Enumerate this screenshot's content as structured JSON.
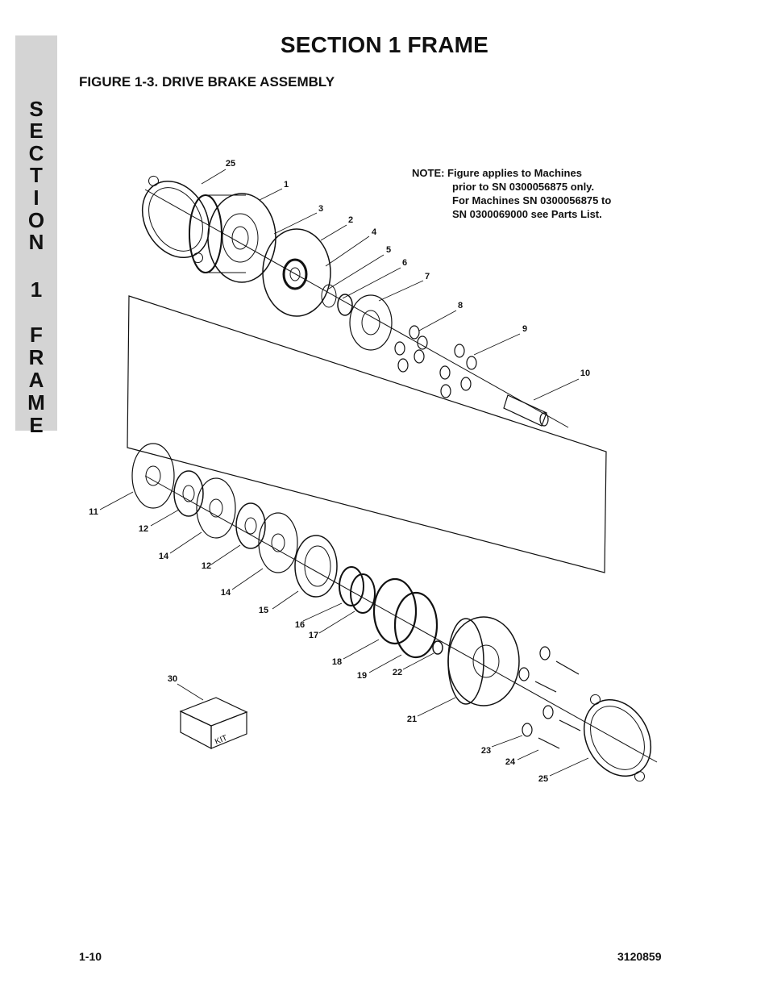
{
  "side_tab": {
    "letters": [
      "S",
      "E",
      "C",
      "T",
      "I",
      "O",
      "N",
      "",
      "1",
      "",
      "F",
      "R",
      "A",
      "M",
      "E"
    ]
  },
  "header": {
    "section_title": "SECTION 1  FRAME",
    "figure_title": "FIGURE 1-3.    DRIVE BRAKE ASSEMBLY"
  },
  "note": {
    "line1": "NOTE:  Figure applies to Machines",
    "line2": "prior to SN 0300056875 only.",
    "line3": "For Machines SN 0300056875 to",
    "line4": "SN 0300069000 see Parts List."
  },
  "callouts": [
    {
      "id": "c-25a",
      "text": "25"
    },
    {
      "id": "c-1",
      "text": "1"
    },
    {
      "id": "c-3",
      "text": "3"
    },
    {
      "id": "c-2",
      "text": "2"
    },
    {
      "id": "c-4",
      "text": "4"
    },
    {
      "id": "c-5",
      "text": "5"
    },
    {
      "id": "c-6",
      "text": "6"
    },
    {
      "id": "c-7",
      "text": "7"
    },
    {
      "id": "c-8",
      "text": "8"
    },
    {
      "id": "c-9",
      "text": "9"
    },
    {
      "id": "c-10",
      "text": "10"
    },
    {
      "id": "c-11",
      "text": "11"
    },
    {
      "id": "c-12a",
      "text": "12"
    },
    {
      "id": "c-14a",
      "text": "14"
    },
    {
      "id": "c-12b",
      "text": "12"
    },
    {
      "id": "c-14b",
      "text": "14"
    },
    {
      "id": "c-15",
      "text": "15"
    },
    {
      "id": "c-16",
      "text": "16"
    },
    {
      "id": "c-17",
      "text": "17"
    },
    {
      "id": "c-18",
      "text": "18"
    },
    {
      "id": "c-19",
      "text": "19"
    },
    {
      "id": "c-22",
      "text": "22"
    },
    {
      "id": "c-30",
      "text": "30"
    },
    {
      "id": "c-21",
      "text": "21"
    },
    {
      "id": "c-23",
      "text": "23"
    },
    {
      "id": "c-24",
      "text": "24"
    },
    {
      "id": "c-25b",
      "text": "25"
    }
  ],
  "kit_label": "KIT",
  "footer": {
    "page_number": "1-10",
    "doc_number": "3120859"
  }
}
